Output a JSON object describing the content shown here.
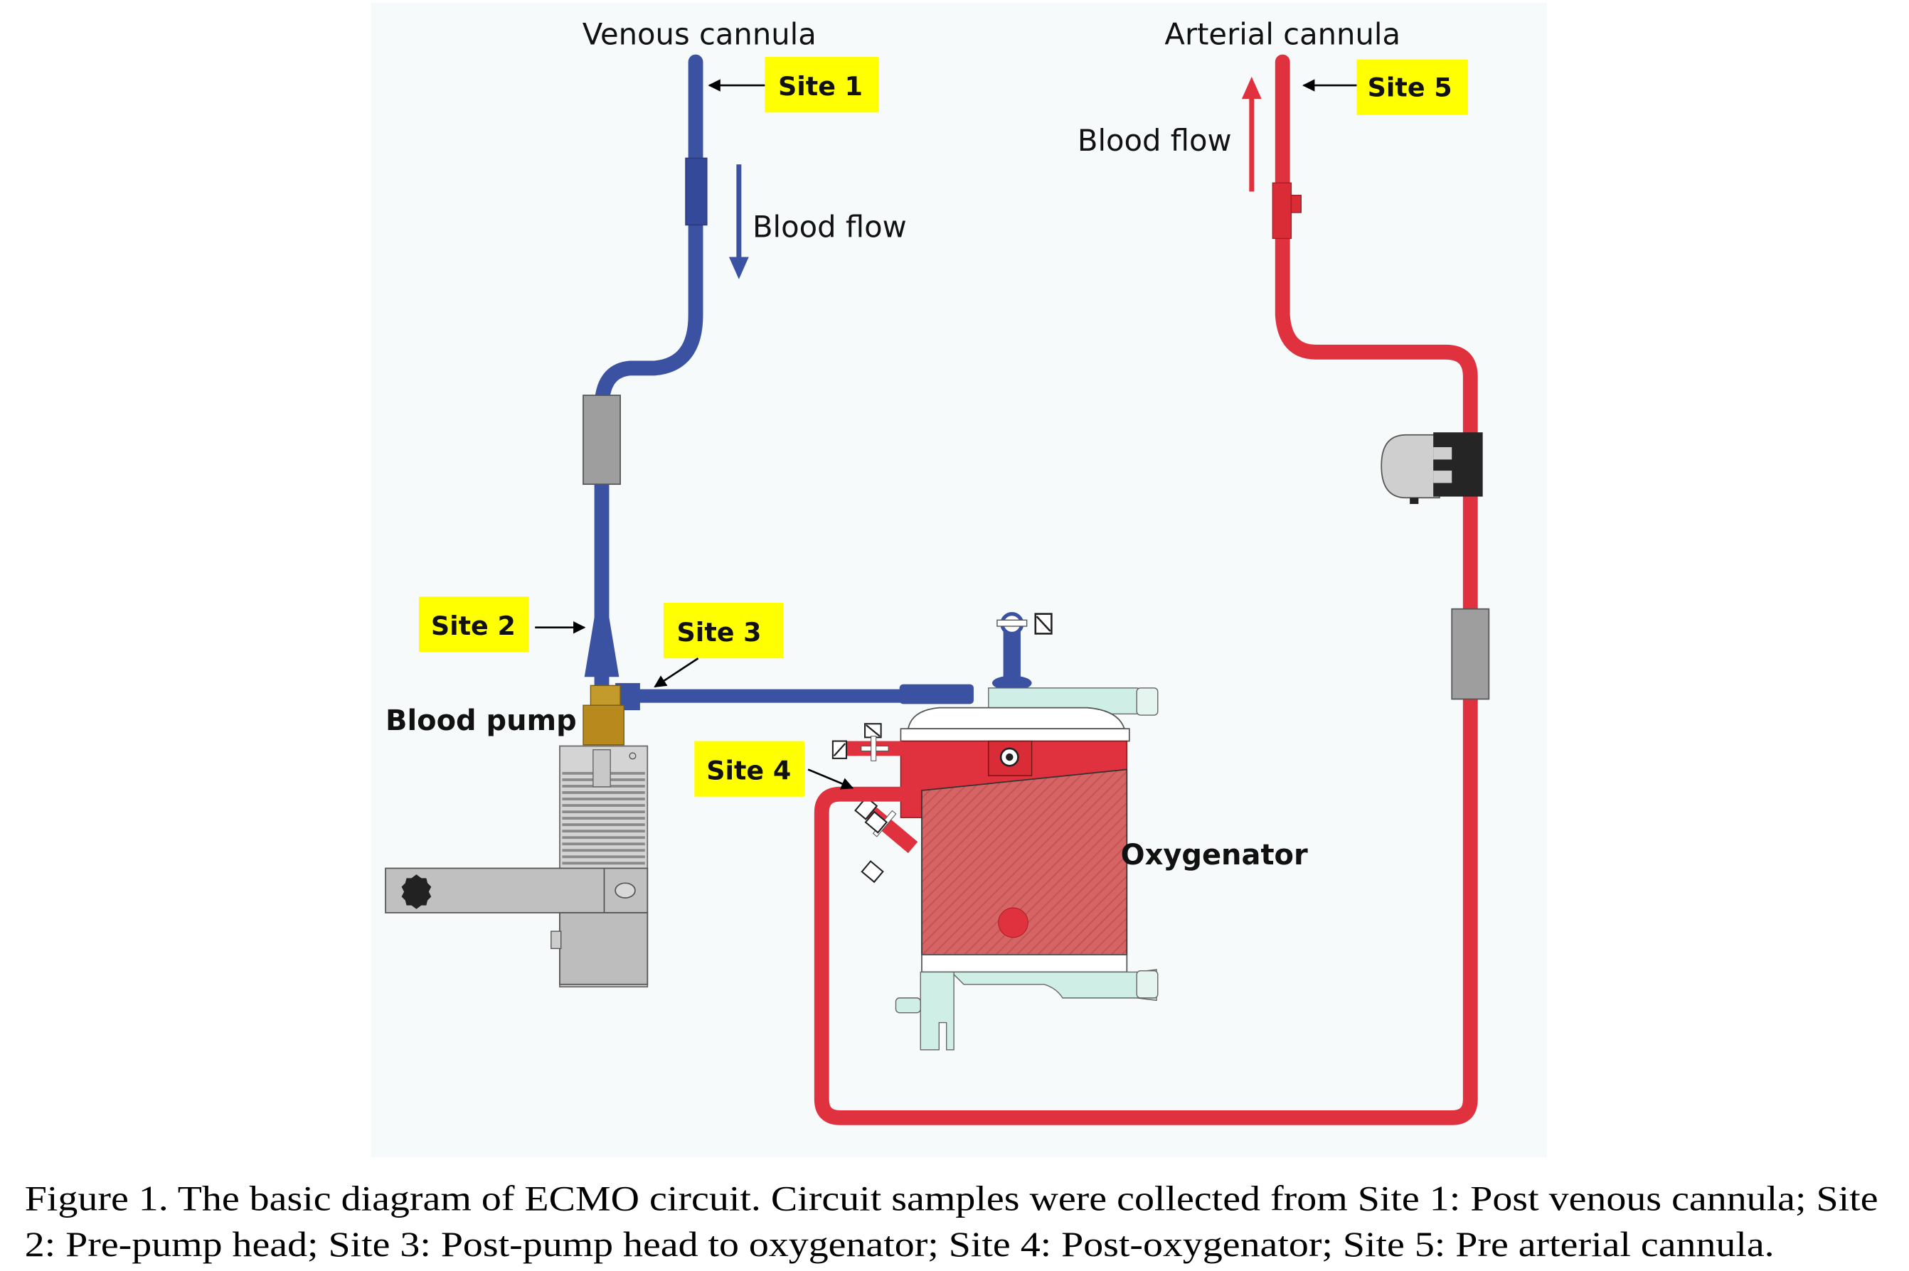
{
  "diagram": {
    "title": "ECMO circuit",
    "labels": {
      "venous_cannula": "Venous cannula",
      "arterial_cannula": "Arterial cannula",
      "blood_flow_venous": "Blood flow",
      "blood_flow_arterial": "Blood flow",
      "blood_pump": "Blood pump",
      "oxygenator": "Oxygenator"
    },
    "sites": [
      {
        "label": "Site 1",
        "description": "Post venous cannula"
      },
      {
        "label": "Site 2",
        "description": "Pre-pump head"
      },
      {
        "label": "Site 3",
        "description": "Post-pump head to oxygenator"
      },
      {
        "label": "Site 4",
        "description": "Post-oxygenator"
      },
      {
        "label": "Site 5",
        "description": "Pre arterial cannula"
      }
    ],
    "colors": {
      "venous": "#3b52a3",
      "arterial": "#e0323e",
      "site_highlight": "#ffff00",
      "pump": "#b88a1e",
      "device_gray": "#a8a8a8",
      "oxygenator_body": "#d76a6a",
      "water_ports": "#cfeee6"
    }
  },
  "caption": {
    "line1": "Figure 1. The basic diagram of ECMO circuit. Circuit samples were collected from Site 1: Post venous cannula; Site",
    "line2": "2: Pre-pump head; Site 3: Post-pump head to oxygenator; Site 4: Post-oxygenator; Site 5: Pre arterial cannula."
  }
}
